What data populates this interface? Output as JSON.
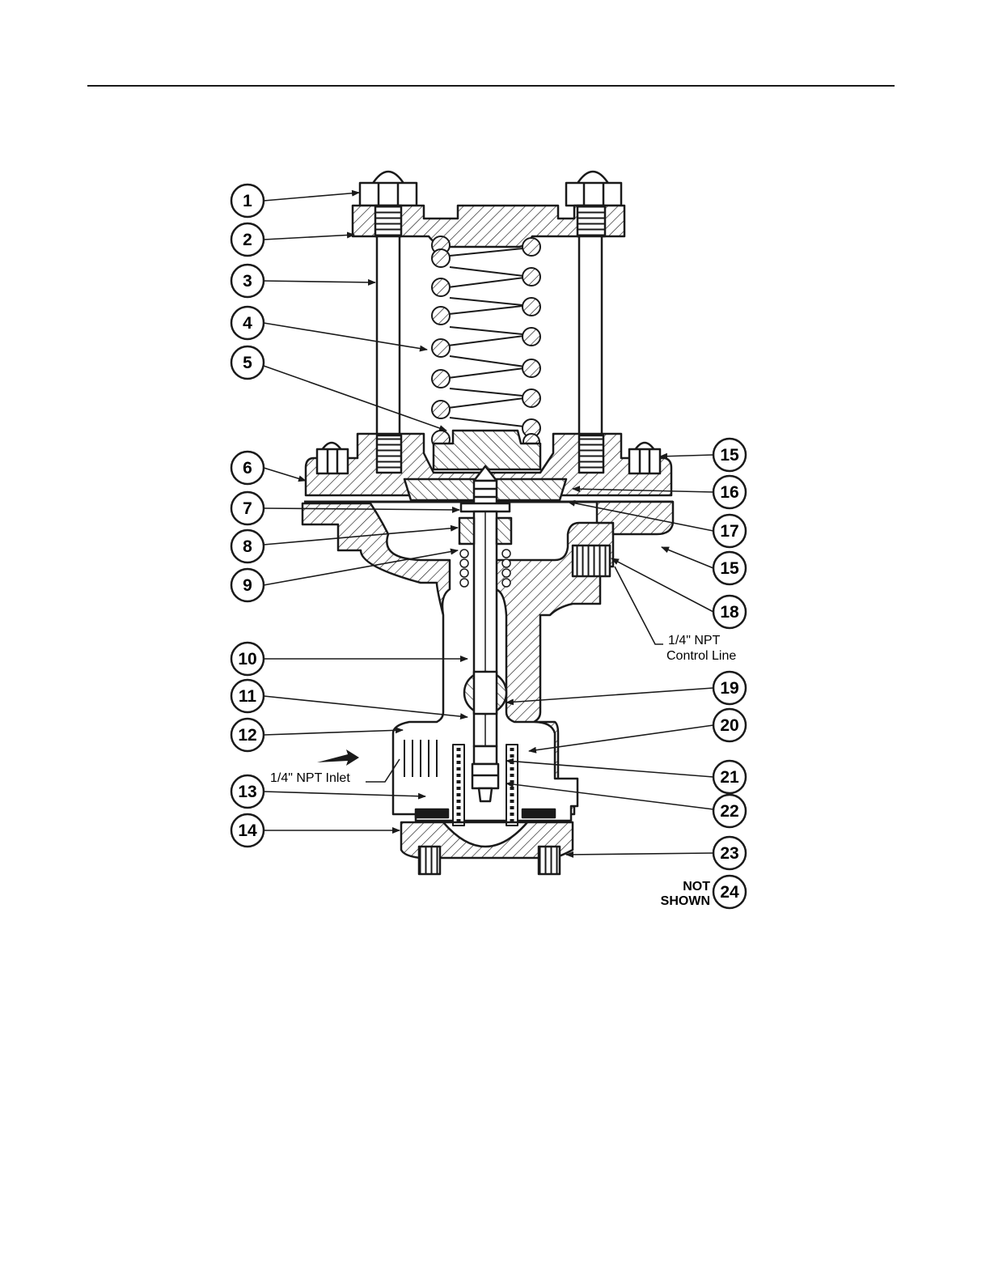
{
  "callouts": {
    "c1": "1",
    "c2": "2",
    "c3": "3",
    "c4": "4",
    "c5": "5",
    "c6": "6",
    "c7": "7",
    "c8": "8",
    "c9": "9",
    "c10": "10",
    "c11": "11",
    "c12": "12",
    "c13": "13",
    "c14": "14",
    "c15a": "15",
    "c15b": "15",
    "c16": "16",
    "c17": "17",
    "c18": "18",
    "c19": "19",
    "c20": "20",
    "c21": "21",
    "c22": "22",
    "c23": "23",
    "c24": "24"
  },
  "notes": {
    "control_line_1": "1/4\" NPT",
    "control_line_2": "Control Line",
    "inlet": "1/4\" NPT Inlet",
    "not_shown_1": "NOT",
    "not_shown_2": "SHOWN"
  },
  "colors": {
    "ink": "#1a1a1a",
    "paper": "#ffffff"
  }
}
